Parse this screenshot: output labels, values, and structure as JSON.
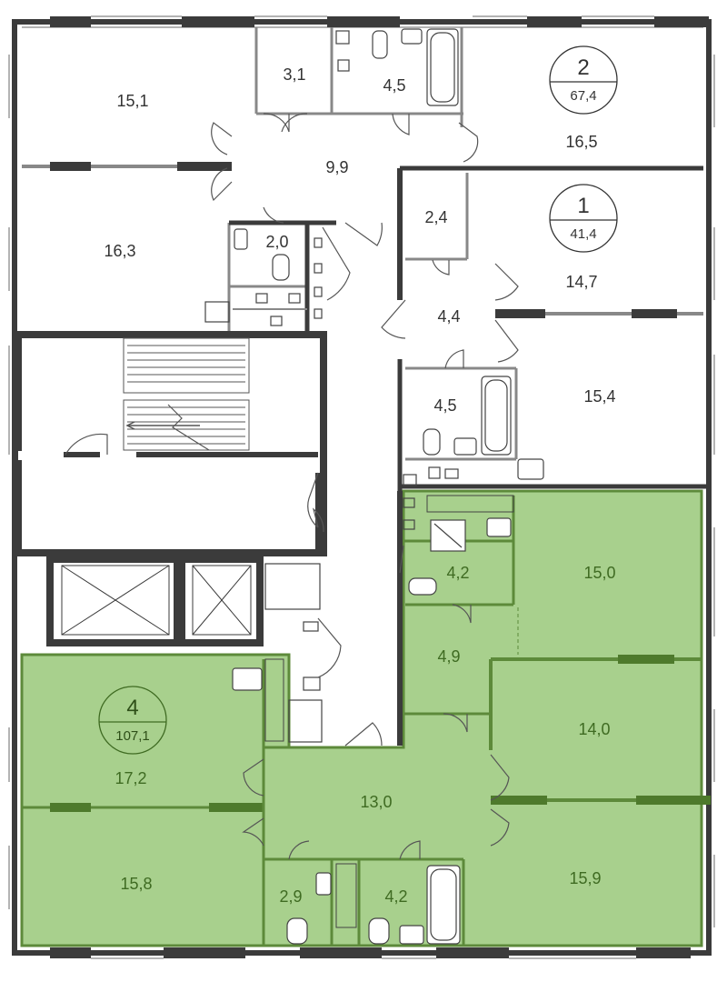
{
  "colors": {
    "wall": "#3b3b3b",
    "wall_light": "#888888",
    "window": "#9a9a9a",
    "highlight_fill": "#a8d08d",
    "highlight_wall": "#5d8a3a",
    "label_default": "#333333",
    "label_highlight": "#3f6b22"
  },
  "apartments": [
    {
      "id": "apt-2",
      "number": "2",
      "area": "67,4",
      "highlighted": false
    },
    {
      "id": "apt-1",
      "number": "1",
      "area": "41,4",
      "highlighted": false
    },
    {
      "id": "apt-4",
      "number": "4",
      "area": "107,1",
      "highlighted": true
    }
  ],
  "rooms": [
    {
      "id": "room-15-1-a",
      "area": "15,1"
    },
    {
      "id": "room-3-1",
      "area": "3,1"
    },
    {
      "id": "room-4-5-a",
      "area": "4,5"
    },
    {
      "id": "room-16-5",
      "area": "16,5"
    },
    {
      "id": "room-9-9",
      "area": "9,9"
    },
    {
      "id": "room-16-3",
      "area": "16,3"
    },
    {
      "id": "room-2-0",
      "area": "2,0"
    },
    {
      "id": "room-2-4",
      "area": "2,4"
    },
    {
      "id": "room-14-7",
      "area": "14,7"
    },
    {
      "id": "room-4-4",
      "area": "4,4"
    },
    {
      "id": "room-4-5-b",
      "area": "4,5"
    },
    {
      "id": "room-15-4",
      "area": "15,4"
    },
    {
      "id": "room-4-2-a",
      "area": "4,2"
    },
    {
      "id": "room-15-0",
      "area": "15,0"
    },
    {
      "id": "room-4-9",
      "area": "4,9"
    },
    {
      "id": "room-14-0",
      "area": "14,0"
    },
    {
      "id": "room-17-2",
      "area": "17,2"
    },
    {
      "id": "room-13-0",
      "area": "13,0"
    },
    {
      "id": "room-15-8",
      "area": "15,8"
    },
    {
      "id": "room-2-9",
      "area": "2,9"
    },
    {
      "id": "room-4-2-b",
      "area": "4,2"
    },
    {
      "id": "room-15-9",
      "area": "15,9"
    }
  ]
}
